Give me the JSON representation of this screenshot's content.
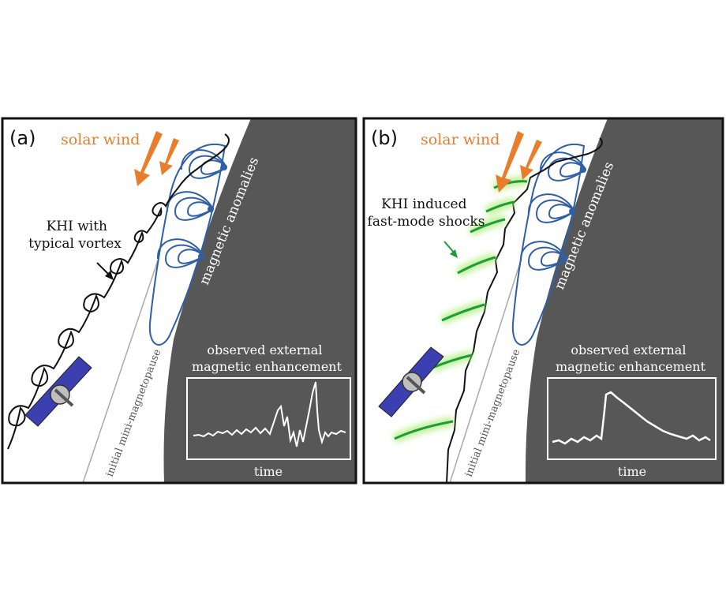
{
  "panels": [
    {
      "id": "a",
      "label": "(a)",
      "solar_wind": "solar wind",
      "annotation": "KHI with\ntypical vortex",
      "anomalies": "magnetic anomalies",
      "magnetopause": "initial mini-magnetopause",
      "observed": "observed external\nmagnetic enhancement",
      "time": "time"
    },
    {
      "id": "b",
      "label": "(b)",
      "solar_wind": "solar wind",
      "annotation": "KHI induced\nfast-mode shocks",
      "anomalies": "magnetic anomalies",
      "magnetopause": "initial mini-magnetopause",
      "observed": "observed external\nmagnetic enhancement",
      "time": "time"
    }
  ],
  "colors": {
    "moon_surface": "#575757",
    "solar_wind_arrow": "#e87e2c",
    "field_lines": "#2f5fa6",
    "shock_green": "#1e9c3a",
    "shock_glow": "#b8f08a",
    "satellite_panel": "#3b3fb0"
  }
}
